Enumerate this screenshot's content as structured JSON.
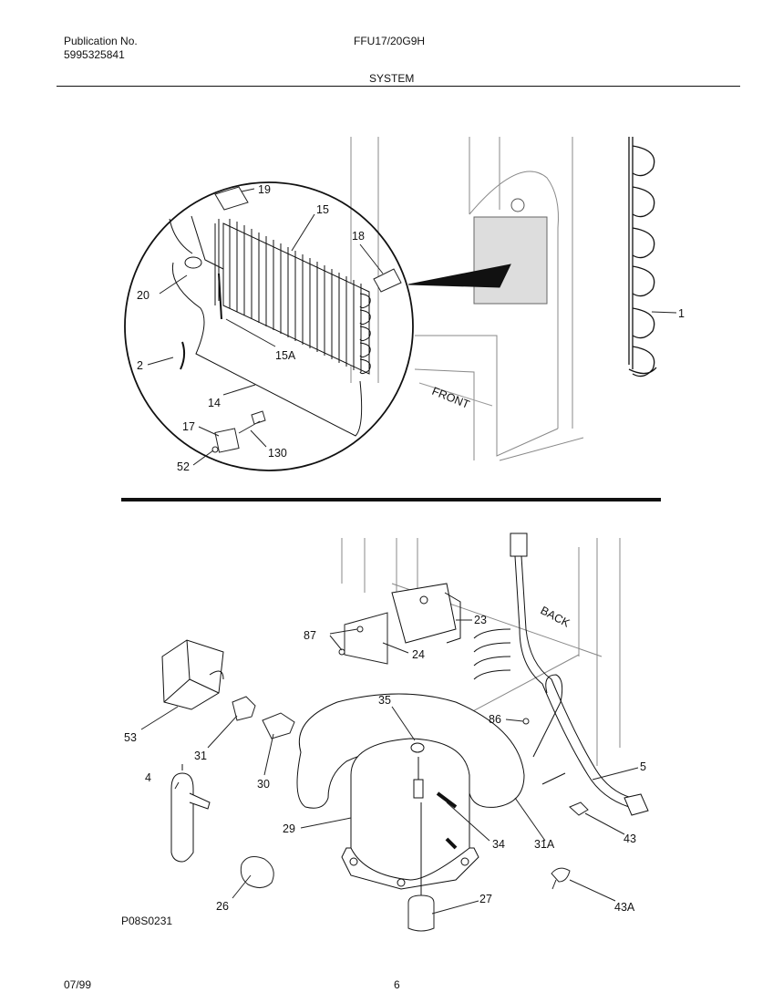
{
  "header": {
    "publication_label": "Publication No.",
    "publication_number": "5995325841",
    "model": "FFU17/20G9H",
    "section": "SYSTEM"
  },
  "diagram": {
    "code": "P08S0231",
    "annotations": {
      "front": "FRONT",
      "back": "BACK"
    },
    "parts": {
      "p1": "1",
      "p2": "2",
      "p14": "14",
      "p15": "15",
      "p15a": "15A",
      "p17": "17",
      "p18": "18",
      "p19": "19",
      "p20": "20",
      "p52": "52",
      "p130": "130",
      "p23": "23",
      "p24": "24",
      "p87": "87",
      "p35": "35",
      "p86": "86",
      "p5": "5",
      "p53": "53",
      "p31": "31",
      "p30": "30",
      "p4": "4",
      "p29": "29",
      "p34": "34",
      "p31a": "31A",
      "p43": "43",
      "p26": "26",
      "p27": "27",
      "p43a": "43A"
    }
  },
  "footer": {
    "date": "07/99",
    "page": "6"
  }
}
